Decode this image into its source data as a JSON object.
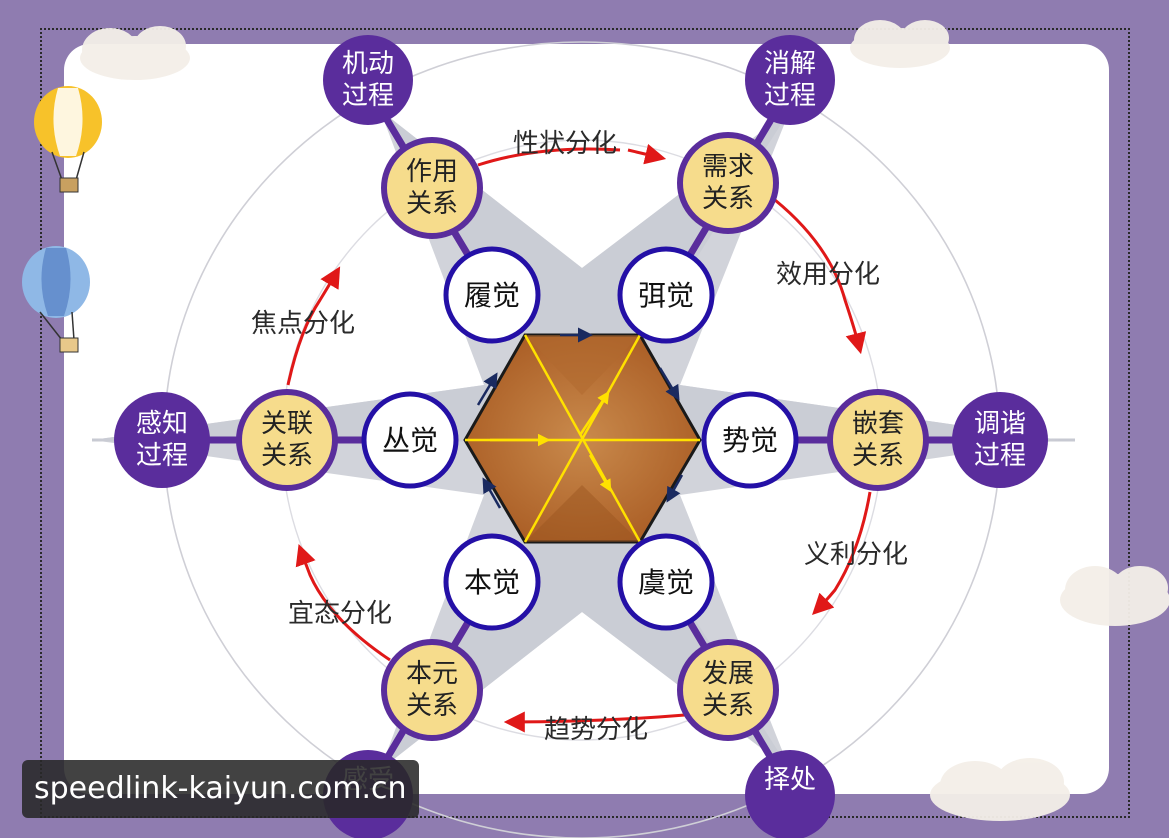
{
  "colors": {
    "purple": "#5a2d9c",
    "gold": "#f6dc8c",
    "blue_ring": "#2410a6",
    "hexagon": "#b8682e",
    "yellow_lines": "#ffe100",
    "red_arrow": "#e01818",
    "star_gray": "#c9cbd3"
  },
  "process_nodes": [
    {
      "id": "top-left",
      "lines": [
        "机动",
        "过程"
      ]
    },
    {
      "id": "top-right",
      "lines": [
        "消解",
        "过程"
      ]
    },
    {
      "id": "left",
      "lines": [
        "感知",
        "过程"
      ]
    },
    {
      "id": "right",
      "lines": [
        "调谐",
        "过程"
      ]
    },
    {
      "id": "bottom-left",
      "lines": [
        "感受",
        ""
      ]
    },
    {
      "id": "bottom-right",
      "lines": [
        "择处",
        ""
      ]
    }
  ],
  "relation_nodes": [
    {
      "id": "top-left",
      "lines": [
        "作用",
        "关系"
      ]
    },
    {
      "id": "top-right",
      "lines": [
        "需求",
        "关系"
      ]
    },
    {
      "id": "left",
      "lines": [
        "关联",
        "关系"
      ]
    },
    {
      "id": "right",
      "lines": [
        "嵌套",
        "关系"
      ]
    },
    {
      "id": "bottom-left",
      "lines": [
        "本元",
        "关系"
      ]
    },
    {
      "id": "bottom-right",
      "lines": [
        "发展",
        "关系"
      ]
    }
  ],
  "sense_nodes": [
    {
      "id": "top-left",
      "label": "履觉"
    },
    {
      "id": "top-right",
      "label": "弭觉"
    },
    {
      "id": "left",
      "label": "丛觉"
    },
    {
      "id": "right",
      "label": "势觉"
    },
    {
      "id": "bottom-left",
      "label": "本觉"
    },
    {
      "id": "bottom-right",
      "label": "虞觉"
    }
  ],
  "differentiation_labels": [
    {
      "id": "top",
      "label": "性状分化"
    },
    {
      "id": "upper-right",
      "label": "效用分化"
    },
    {
      "id": "lower-right",
      "label": "义利分化"
    },
    {
      "id": "bottom",
      "label": "趋势分化"
    },
    {
      "id": "lower-left",
      "label": "宜态分化"
    },
    {
      "id": "upper-left",
      "label": "焦点分化"
    }
  ],
  "watermark": "speedlink-kaiyun.com.cn"
}
